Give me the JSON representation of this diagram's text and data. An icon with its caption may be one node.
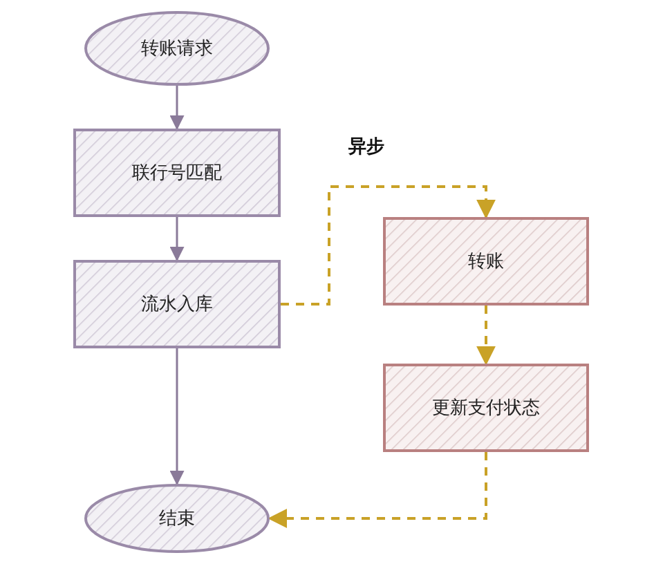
{
  "diagram": {
    "nodes": [
      {
        "text": [
          "转账请求"
        ]
      },
      {
        "text": [
          "联行号匹配"
        ]
      },
      {
        "text": [
          "流水入库"
        ]
      },
      {
        "text": [
          "转账"
        ]
      },
      {
        "text": [
          "更新支付状态"
        ]
      },
      {
        "text": [
          "结束"
        ]
      }
    ],
    "edges": [
      {
        "from": 0,
        "to": 1,
        "arrow": "to"
      },
      {
        "from": 1,
        "to": 2,
        "arrow": "to"
      },
      {
        "from": 2,
        "to": 5,
        "arrow": "to"
      },
      {
        "from": 2,
        "to": 3,
        "arrow": "to",
        "style": "dashed",
        "color": "#c9a227"
      },
      {
        "from": 3,
        "to": 4,
        "arrow": "to",
        "style": "dashed",
        "color": "#c9a227"
      },
      {
        "from": 4,
        "to": 5,
        "arrow": "to",
        "style": "dashed",
        "color": "#c9a227"
      }
    ],
    "labels": [
      "异步"
    ]
  }
}
